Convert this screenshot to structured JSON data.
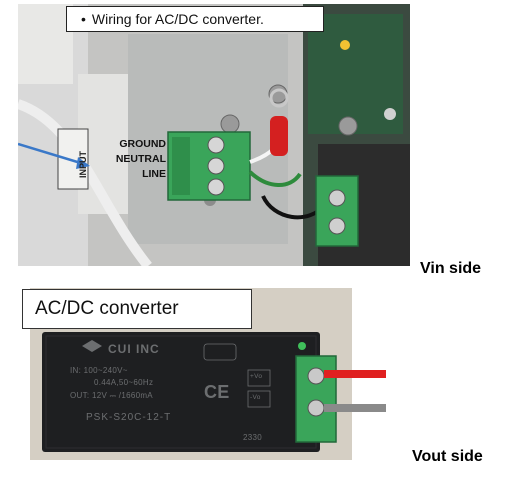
{
  "top_photo": {
    "caption": "Wiring for AC/DC converter.",
    "terminal_labels": [
      "GROUND",
      "NEUTRAL",
      "LINE"
    ],
    "input_label": "INPUT"
  },
  "side_labels": {
    "vin": "Vin side",
    "vout": "Vout side"
  },
  "bottom_photo": {
    "title": "AC/DC converter",
    "module": {
      "brand": "CUI INC",
      "line1": "IN: 100~240V~",
      "line2": "0.44A,50~60Hz",
      "line3": "OUT: 12V ⎓ /1660mA",
      "part_number": "PSK-S20C-12-T",
      "code": "2330",
      "pin_pos": "+Vo",
      "pin_neg": "-Vo",
      "ce_mark": "CE"
    }
  },
  "colors": {
    "terminal_green": "#3aa55a",
    "wire_red": "#e02020",
    "wire_gray": "#8a8a8a",
    "arrow_blue": "#3a78c8"
  }
}
